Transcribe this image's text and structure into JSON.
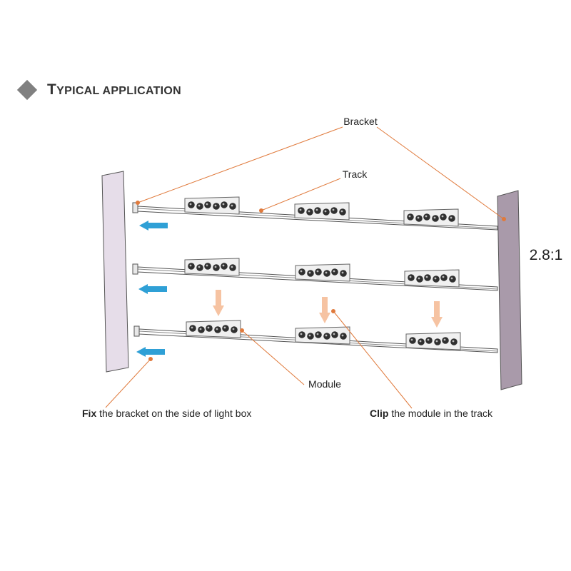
{
  "header": {
    "title_first_letter": "T",
    "title_rest": "YPICAL APPLICATION"
  },
  "labels": {
    "bracket": "Bracket",
    "track": "Track",
    "module": "Module",
    "ratio": "2.8:1",
    "fix_bold": "Fix",
    "fix_rest": " the bracket on the side of light box",
    "clip_bold": "Clip",
    "clip_rest": " the module in the track"
  },
  "colors": {
    "panel_left": "#e6dde9",
    "panel_right": "#a99aaa",
    "leader": "#e07a3c",
    "blue_arrow": "#2fa0d6",
    "peach_arrow": "#f6c3a2",
    "track": "#555555",
    "module_body": "#f0f0f0",
    "led": "#303030"
  },
  "icons": [
    "diamond-bullet-icon",
    "arrow-left-icon",
    "arrow-down-icon"
  ]
}
